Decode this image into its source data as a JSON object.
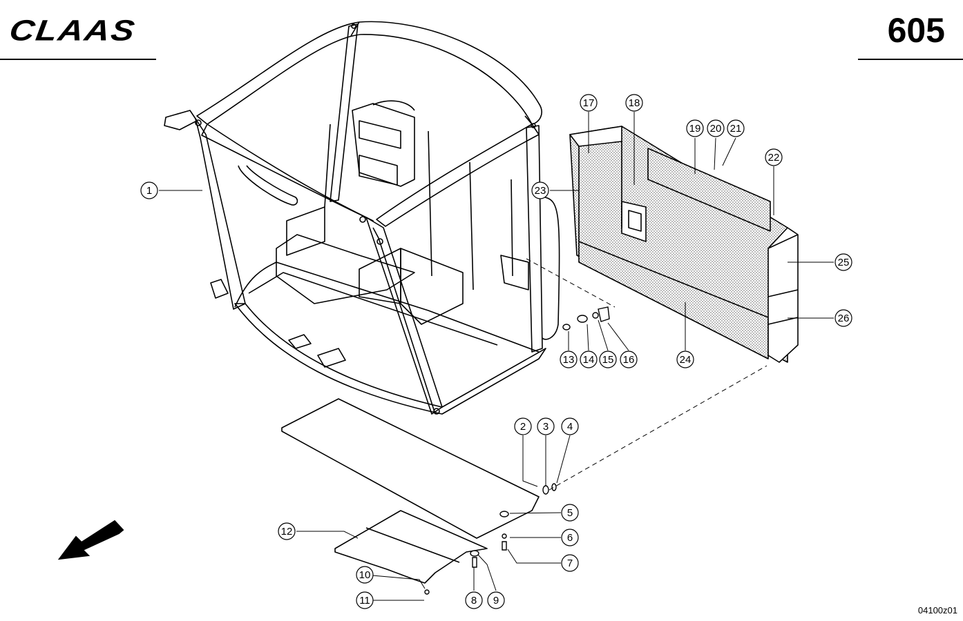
{
  "header": {
    "brand": "CLAAS",
    "page_number": "605"
  },
  "footer": {
    "drawing_code": "04100z01"
  },
  "callouts": [
    "1",
    "2",
    "3",
    "4",
    "5",
    "6",
    "7",
    "8",
    "9",
    "10",
    "11",
    "12",
    "13",
    "14",
    "15",
    "16",
    "17",
    "18",
    "19",
    "20",
    "21",
    "22",
    "23",
    "24",
    "25",
    "26"
  ],
  "colors": {
    "ink": "#000000",
    "paper": "#ffffff",
    "panel_fill": "#c8c8c8"
  },
  "icons": {
    "direction": "direction-arrow-icon"
  }
}
